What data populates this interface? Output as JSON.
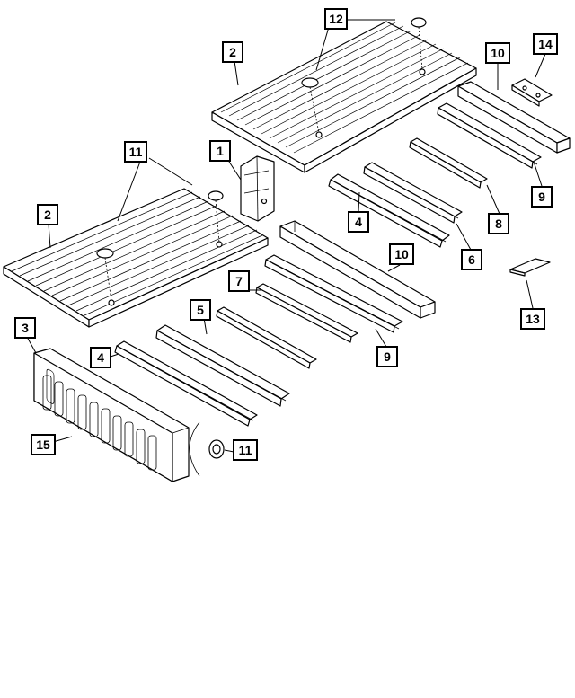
{
  "diagram": {
    "type": "exploded-parts-diagram",
    "line_color": "#000000",
    "background": "#ffffff",
    "callouts": [
      {
        "id": "c1",
        "label": "1"
      },
      {
        "id": "c2a",
        "label": "2"
      },
      {
        "id": "c2b",
        "label": "2"
      },
      {
        "id": "c3",
        "label": "3"
      },
      {
        "id": "c4a",
        "label": "4"
      },
      {
        "id": "c4b",
        "label": "4"
      },
      {
        "id": "c5",
        "label": "5"
      },
      {
        "id": "c6",
        "label": "6"
      },
      {
        "id": "c7",
        "label": "7"
      },
      {
        "id": "c8",
        "label": "8"
      },
      {
        "id": "c9a",
        "label": "9"
      },
      {
        "id": "c9b",
        "label": "9"
      },
      {
        "id": "c10a",
        "label": "10"
      },
      {
        "id": "c10b",
        "label": "10"
      },
      {
        "id": "c11a",
        "label": "11"
      },
      {
        "id": "c11b",
        "label": "11"
      },
      {
        "id": "c12",
        "label": "12"
      },
      {
        "id": "c13",
        "label": "13"
      },
      {
        "id": "c14",
        "label": "14"
      },
      {
        "id": "c15",
        "label": "15"
      }
    ]
  }
}
